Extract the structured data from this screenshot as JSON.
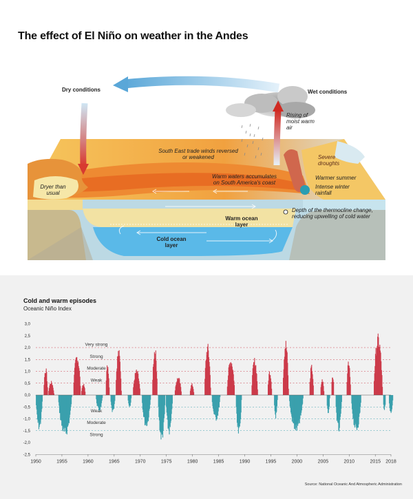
{
  "title": "The effect of El Niño on weather in the Andes",
  "diagram": {
    "dry_conditions": "Dry conditions",
    "wet_conditions": "Wet conditions",
    "rising_air": "Rising of moist warm air",
    "trade_winds": "South East trade winds reversed or weakened",
    "warm_waters": "Warm waters accumulates on South America's coast",
    "dryer": "Dryer than usual",
    "severe_droughts": "Severe droughts",
    "warmer_summer": "Warmer summer",
    "intense_rainfall": "Intense winter rainfall",
    "thermocline": "Depth of the thermocline change, reducing upwelling of cold water",
    "warm_layer": "Warm ocean layer",
    "cold_layer": "Cold ocean layer"
  },
  "chart_header": {
    "title": "Cold and warm episodes",
    "subtitle": "Oceanic Niño Index"
  },
  "source": "Source: National Oceanic And Atmospheric Administration",
  "colors": {
    "warm": "#cc3b4a",
    "cold": "#3aa0ad"
  },
  "chart_data": {
    "type": "bar",
    "title": "Cold and warm episodes",
    "ylabel": "Oceanic Niño Index",
    "xlim": [
      1950,
      2018
    ],
    "ylim": [
      -2.5,
      3.0
    ],
    "x_ticks": [
      "1950",
      "1955",
      "1960",
      "1965",
      "1970",
      "1975",
      "1980",
      "1985",
      "1990",
      "1995",
      "2000",
      "2005",
      "2010",
      "2015",
      "2018"
    ],
    "y_ticks": [
      "3,0",
      "2,5",
      "2,0",
      "1,5",
      "1,0",
      "0,5",
      "0,0",
      "-0,5",
      "-1,0",
      "-1,5",
      "-2,0",
      "-2,5"
    ],
    "thresholds": [
      {
        "label": "Very strong",
        "value": 2.0
      },
      {
        "label": "Strong",
        "value": 1.5
      },
      {
        "label": "Moderate",
        "value": 1.0
      },
      {
        "label": "Weak",
        "value": 0.5
      },
      {
        "label": "Weak",
        "value": -0.5
      },
      {
        "label": "Moderate",
        "value": -1.0
      },
      {
        "label": "Strong",
        "value": -1.5
      }
    ],
    "episodes": [
      {
        "start": 1950.0,
        "end": 1951.3,
        "peak": -1.5
      },
      {
        "start": 1951.5,
        "end": 1952.3,
        "peak": 1.2
      },
      {
        "start": 1952.4,
        "end": 1953.5,
        "peak": 0.6
      },
      {
        "start": 1954.3,
        "end": 1956.9,
        "peak": -1.8
      },
      {
        "start": 1957.2,
        "end": 1958.6,
        "peak": 1.8
      },
      {
        "start": 1958.7,
        "end": 1959.5,
        "peak": 0.5
      },
      {
        "start": 1961.5,
        "end": 1962.8,
        "peak": -0.7
      },
      {
        "start": 1963.4,
        "end": 1964.1,
        "peak": 1.4
      },
      {
        "start": 1964.3,
        "end": 1965.2,
        "peak": -0.8
      },
      {
        "start": 1965.3,
        "end": 1966.4,
        "peak": 2.0
      },
      {
        "start": 1967.6,
        "end": 1968.3,
        "peak": -0.6
      },
      {
        "start": 1968.6,
        "end": 1970.0,
        "peak": 1.1
      },
      {
        "start": 1970.3,
        "end": 1972.0,
        "peak": -1.4
      },
      {
        "start": 1972.3,
        "end": 1973.3,
        "peak": 2.1
      },
      {
        "start": 1973.4,
        "end": 1974.8,
        "peak": -2.0
      },
      {
        "start": 1974.9,
        "end": 1976.2,
        "peak": -1.7
      },
      {
        "start": 1976.6,
        "end": 1977.9,
        "peak": 0.8
      },
      {
        "start": 1979.5,
        "end": 1980.3,
        "peak": 0.5
      },
      {
        "start": 1982.3,
        "end": 1983.5,
        "peak": 2.2
      },
      {
        "start": 1983.7,
        "end": 1985.3,
        "peak": -1.1
      },
      {
        "start": 1986.6,
        "end": 1988.1,
        "peak": 1.6
      },
      {
        "start": 1988.3,
        "end": 1989.4,
        "peak": -1.8
      },
      {
        "start": 1991.3,
        "end": 1992.5,
        "peak": 1.6
      },
      {
        "start": 1994.4,
        "end": 1995.2,
        "peak": 1.1
      },
      {
        "start": 1995.6,
        "end": 1996.3,
        "peak": -1.0
      },
      {
        "start": 1997.3,
        "end": 1998.4,
        "peak": 2.4
      },
      {
        "start": 1998.5,
        "end": 2001.2,
        "peak": -1.6
      },
      {
        "start": 2002.4,
        "end": 2003.2,
        "peak": 1.3
      },
      {
        "start": 2004.5,
        "end": 2005.2,
        "peak": 0.7
      },
      {
        "start": 2005.7,
        "end": 2006.3,
        "peak": -0.9
      },
      {
        "start": 2006.6,
        "end": 2007.1,
        "peak": 0.9
      },
      {
        "start": 2007.4,
        "end": 2008.6,
        "peak": -1.6
      },
      {
        "start": 2009.5,
        "end": 2010.3,
        "peak": 1.6
      },
      {
        "start": 2010.4,
        "end": 2012.3,
        "peak": -1.6
      },
      {
        "start": 2014.7,
        "end": 2016.4,
        "peak": 2.6
      },
      {
        "start": 2016.5,
        "end": 2017.0,
        "peak": -0.7
      },
      {
        "start": 2017.6,
        "end": 2018.4,
        "peak": -0.9
      }
    ]
  }
}
